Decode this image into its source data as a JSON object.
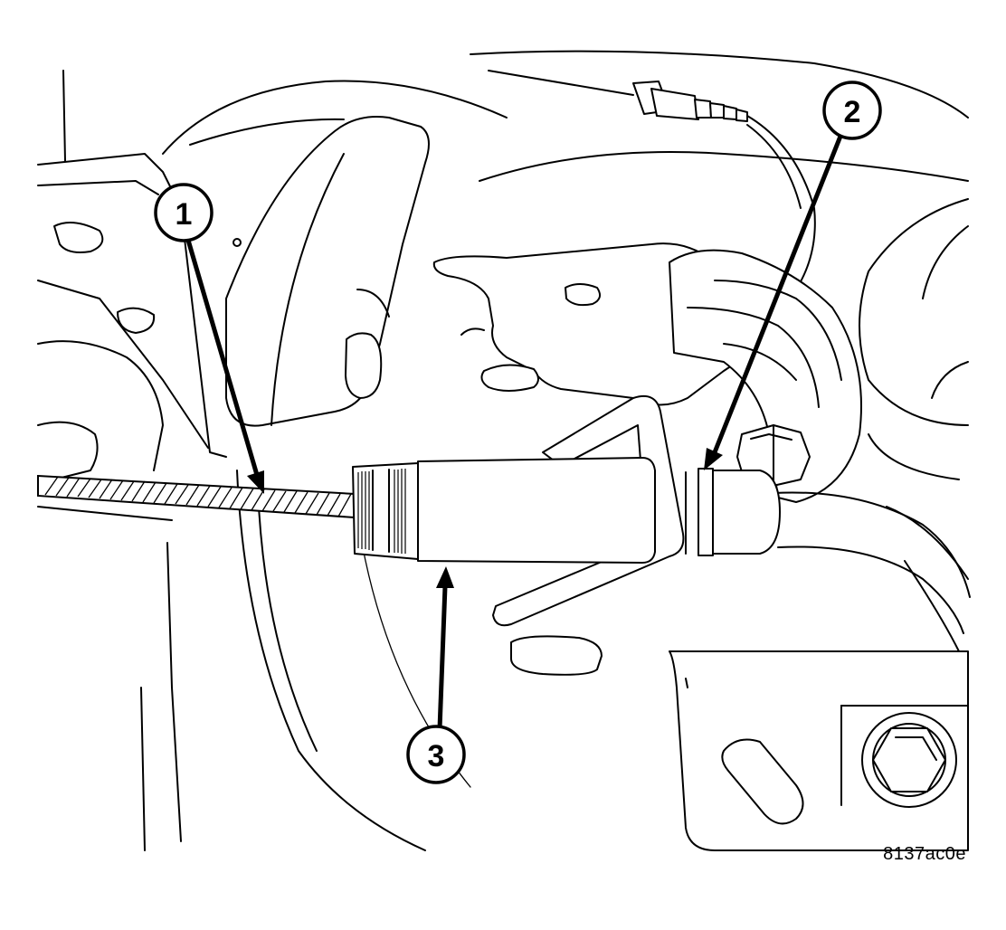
{
  "figure": {
    "id_label": "8137ac0e"
  },
  "callouts": [
    {
      "number": "1"
    },
    {
      "number": "2"
    },
    {
      "number": "3"
    }
  ]
}
